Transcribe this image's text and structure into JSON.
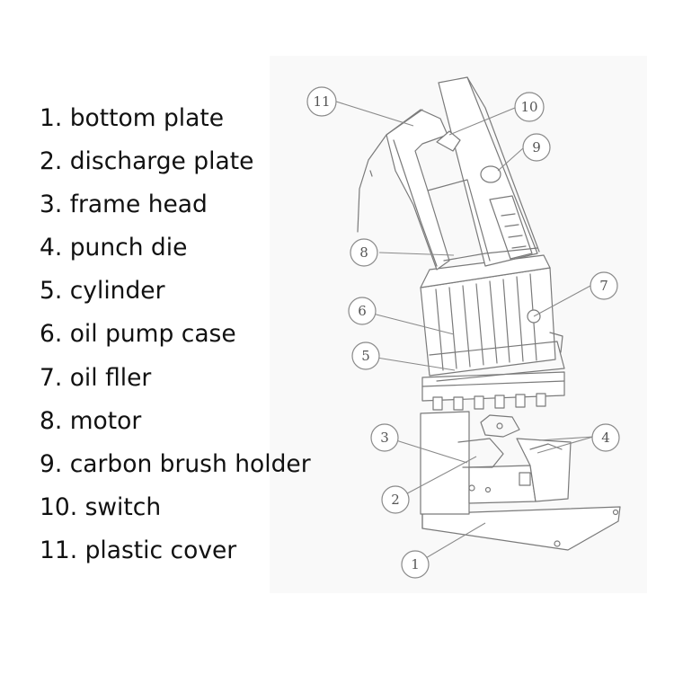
{
  "legend": [
    "1. bottom plate",
    "2. discharge plate",
    "3. frame head",
    "4. punch die",
    "5. cylinder",
    "6. oil pump case",
    "7. oil fller",
    "8. motor",
    "9. carbon brush holder",
    "10. switch",
    "11. plastic cover"
  ],
  "callouts": [
    "1",
    "2",
    "3",
    "4",
    "5",
    "6",
    "7",
    "8",
    "9",
    "10",
    "11"
  ]
}
